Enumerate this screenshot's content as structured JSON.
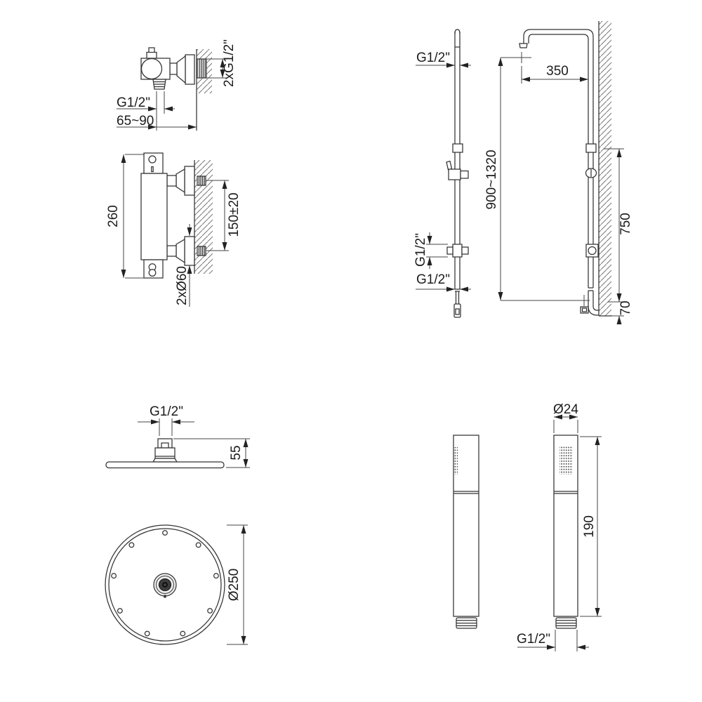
{
  "colors": {
    "background": "#ffffff",
    "line": "#333333",
    "dimension_line": "#454545",
    "text": "#1c1c1c",
    "hatch": "#787878"
  },
  "views": {
    "mixer_side": {
      "labels": {
        "outlet_thread": "G1/2\"",
        "outlet_to_wall": "65~90",
        "wall_connections": "2xG1/2\""
      }
    },
    "mixer_front": {
      "labels": {
        "body_height": "260",
        "connection_spacing": "150±20",
        "escutcheon": "2xØ60"
      }
    },
    "shower_column": {
      "labels": {
        "rail_top_thread": "G1/2\"",
        "slider_thread": "G1/2\"",
        "hose_thread": "G1/2\"",
        "rail_height": "900~1320",
        "arm_projection": "350",
        "column_height": "750",
        "bottom_clearance": "70"
      }
    },
    "head_side": {
      "labels": {
        "thread": "G1/2\"",
        "height": "55"
      }
    },
    "head_top": {
      "labels": {
        "diameter": "Ø250"
      }
    },
    "hand_shower": {
      "labels": {
        "diameter": "Ø24",
        "length": "190",
        "thread": "G1/2\""
      }
    }
  }
}
